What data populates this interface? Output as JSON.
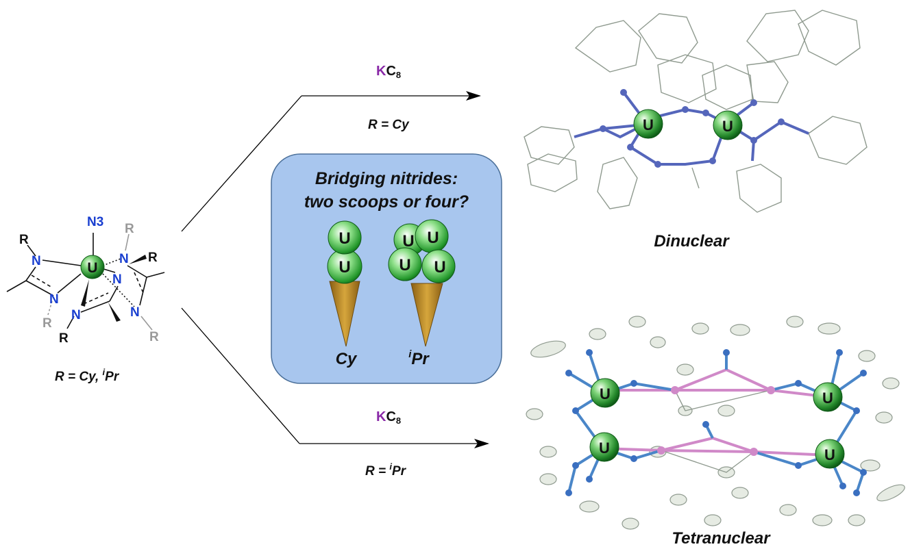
{
  "reactant": {
    "azide": "N3",
    "metal": "U",
    "nitrogen": "N",
    "substituent": "R",
    "r_label": "R = Cy, ",
    "r_label_sup": "i",
    "r_label_end": "Pr"
  },
  "upper_arrow": {
    "reagent_k": "K",
    "reagent_c": "C",
    "reagent_sub": "8",
    "condition": "R = Cy"
  },
  "lower_arrow": {
    "reagent_k": "K",
    "reagent_c": "C",
    "reagent_sub": "8",
    "condition_start": "R = ",
    "condition_sup": "i",
    "condition_end": "Pr"
  },
  "center_box": {
    "line1": "Bridging nitrides:",
    "line2": "two scoops or four?",
    "cone1_label": "Cy",
    "cone2_sup": "i",
    "cone2_label": "Pr",
    "scoop_label": "U"
  },
  "products": {
    "top_label": "Dinuclear",
    "bottom_label": "Tetranuclear",
    "metal": "U"
  },
  "colors": {
    "potassium": "#8a2aa8",
    "nitrogen": "#1a3fd0",
    "uranium_ball": "#2e9a2e",
    "box_fill": "#a8c6ee",
    "cone": "#b8862a",
    "nitrogen_bond": "#5566bb",
    "phosphide_pink": "#d089c8"
  }
}
